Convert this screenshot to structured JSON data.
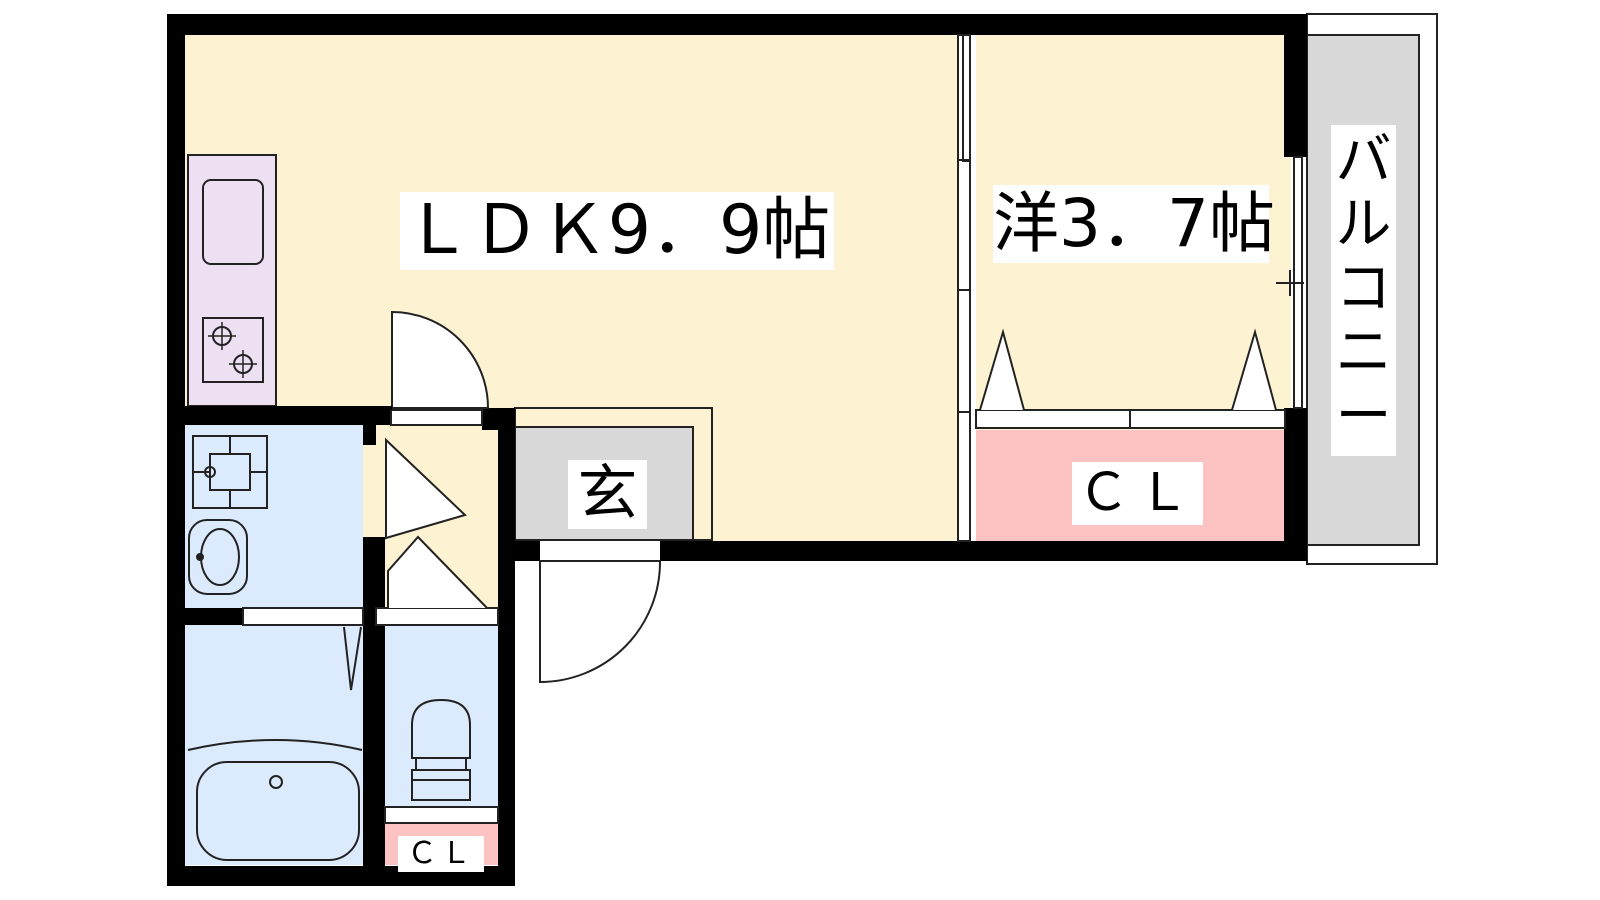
{
  "rooms": {
    "ldk": {
      "label": "ＬＤＫ9．9帖",
      "fill": "#fdf3d2"
    },
    "western": {
      "label": "洋3．7帖",
      "fill": "#fdf3d2"
    },
    "entrance": {
      "label": "玄",
      "fill": "#d8d8d8"
    },
    "closet_bedroom": {
      "label": "ＣＬ",
      "fill": "#fdc2c2"
    },
    "closet_toilet": {
      "label": "ＣＬ",
      "fill": "#fdc2c2"
    },
    "balcony": {
      "label": "バルコニー",
      "fill": "#d8d8d8"
    },
    "wet_area": {
      "fill": "#dbeafc"
    },
    "kitchen": {
      "fill": "#ede0f3"
    }
  },
  "colors": {
    "wall": "#000000",
    "line": "#222222"
  }
}
